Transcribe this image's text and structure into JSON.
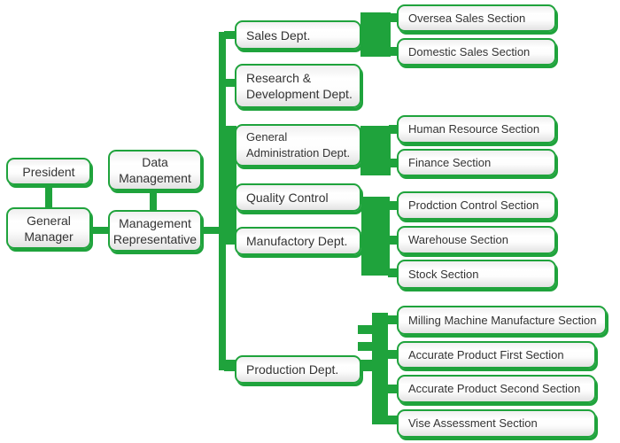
{
  "colors": {
    "green": "#1fa33c",
    "text": "#333333"
  },
  "nodes": {
    "president": {
      "label": "President"
    },
    "general_manager": {
      "label": "General\nManager"
    },
    "data_management": {
      "label": "Data\nManagement"
    },
    "management_representative": {
      "label": "Management\nRepresentative"
    },
    "sales_dept": {
      "label": "Sales Dept."
    },
    "rd_dept": {
      "label": "Research &\nDevelopment Dept."
    },
    "general_administration_dept": {
      "label": "General\nAdministration Dept."
    },
    "quality_control": {
      "label": "Quality Control"
    },
    "manufactory_dept": {
      "label": "Manufactory Dept."
    },
    "production_dept": {
      "label": "Production Dept."
    },
    "oversea_sales_section": {
      "label": "Oversea Sales Section"
    },
    "domestic_sales_section": {
      "label": "Domestic Sales Section"
    },
    "human_resource_section": {
      "label": "Human Resource Section"
    },
    "finance_section": {
      "label": "Finance Section"
    },
    "prodction_control_section": {
      "label": "Prodction Control Section"
    },
    "warehouse_section": {
      "label": "Warehouse Section"
    },
    "stock_section": {
      "label": "Stock Section"
    },
    "milling_section": {
      "label": "Milling Machine Manufacture Section"
    },
    "accurate_first_section": {
      "label": "Accurate Product First Section"
    },
    "accurate_second_section": {
      "label": "Accurate Product Second Section"
    },
    "vise_section": {
      "label": "Vise Assessment Section"
    }
  },
  "edges": [
    [
      "president",
      "general_manager"
    ],
    [
      "data_management",
      "management_representative"
    ],
    [
      "general_manager",
      "management_representative"
    ],
    [
      "management_representative",
      "sales_dept"
    ],
    [
      "management_representative",
      "rd_dept"
    ],
    [
      "management_representative",
      "general_administration_dept"
    ],
    [
      "management_representative",
      "quality_control"
    ],
    [
      "management_representative",
      "manufactory_dept"
    ],
    [
      "management_representative",
      "production_dept"
    ],
    [
      "sales_dept",
      "oversea_sales_section"
    ],
    [
      "sales_dept",
      "domestic_sales_section"
    ],
    [
      "general_administration_dept",
      "human_resource_section"
    ],
    [
      "general_administration_dept",
      "finance_section"
    ],
    [
      "manufactory_dept",
      "prodction_control_section"
    ],
    [
      "manufactory_dept",
      "warehouse_section"
    ],
    [
      "manufactory_dept",
      "stock_section"
    ],
    [
      "production_dept",
      "milling_section"
    ],
    [
      "production_dept",
      "accurate_first_section"
    ],
    [
      "production_dept",
      "accurate_second_section"
    ],
    [
      "production_dept",
      "vise_section"
    ]
  ]
}
